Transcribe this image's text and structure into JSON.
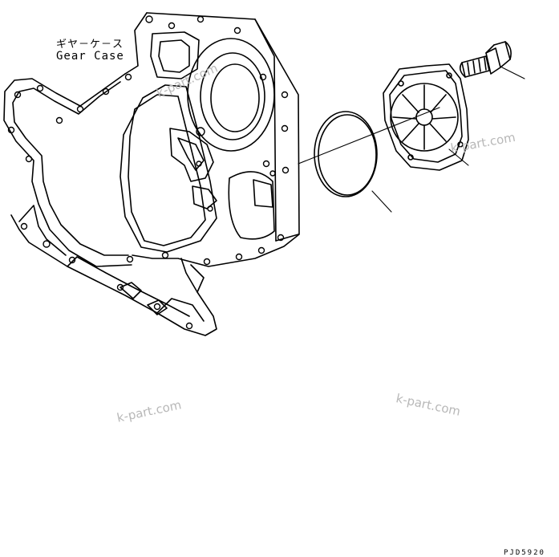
{
  "part_label": {
    "japanese": "ギヤ－ケ－ス",
    "english": "Gear Case"
  },
  "watermarks": [
    "k-part.com",
    "k-part.com",
    "k-part.com",
    "k-part.com"
  ],
  "figure_number": "PJD5920",
  "parts": [
    "gear-case",
    "o-ring",
    "cover-plate",
    "flange-bolt"
  ],
  "colors": {
    "line": "#000000",
    "watermark": "#b8b8b8"
  }
}
